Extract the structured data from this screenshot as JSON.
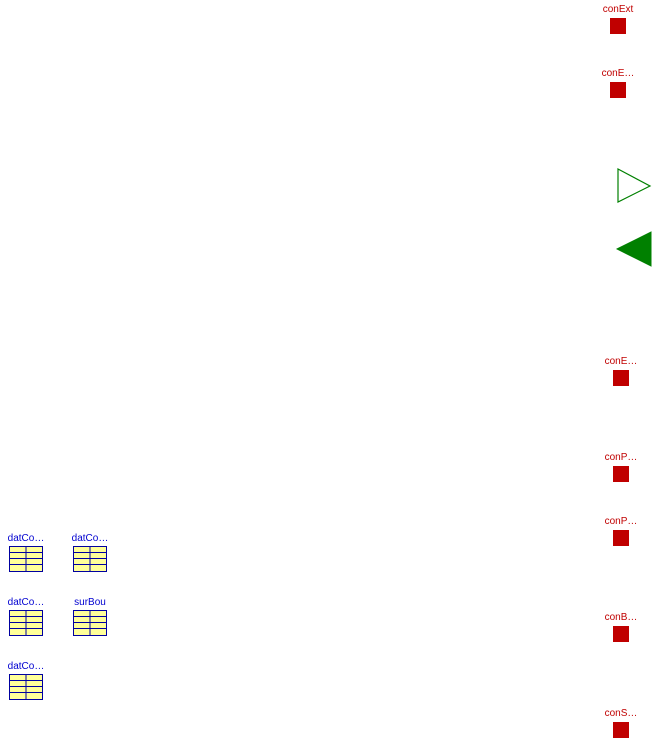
{
  "connectors": [
    {
      "label": "conExt",
      "color": "#c00000"
    },
    {
      "label": "conE…",
      "color": "#c00000"
    },
    {
      "label": "conE…",
      "color": "#c00000"
    },
    {
      "label": "conP…",
      "color": "#c00000"
    },
    {
      "label": "conP…",
      "color": "#c00000"
    },
    {
      "label": "conB…",
      "color": "#c00000"
    },
    {
      "label": "conS…",
      "color": "#c00000"
    }
  ],
  "records": [
    {
      "label": "datCo…"
    },
    {
      "label": "datCo…"
    },
    {
      "label": "datCo…"
    },
    {
      "label": "surBou"
    },
    {
      "label": "datCo…"
    }
  ],
  "colors": {
    "connector": "#c00000",
    "fluid_port": "#008000",
    "record_fill": "#ffff99",
    "record_stroke": "#0000a0",
    "record_label": "#0000d0"
  }
}
